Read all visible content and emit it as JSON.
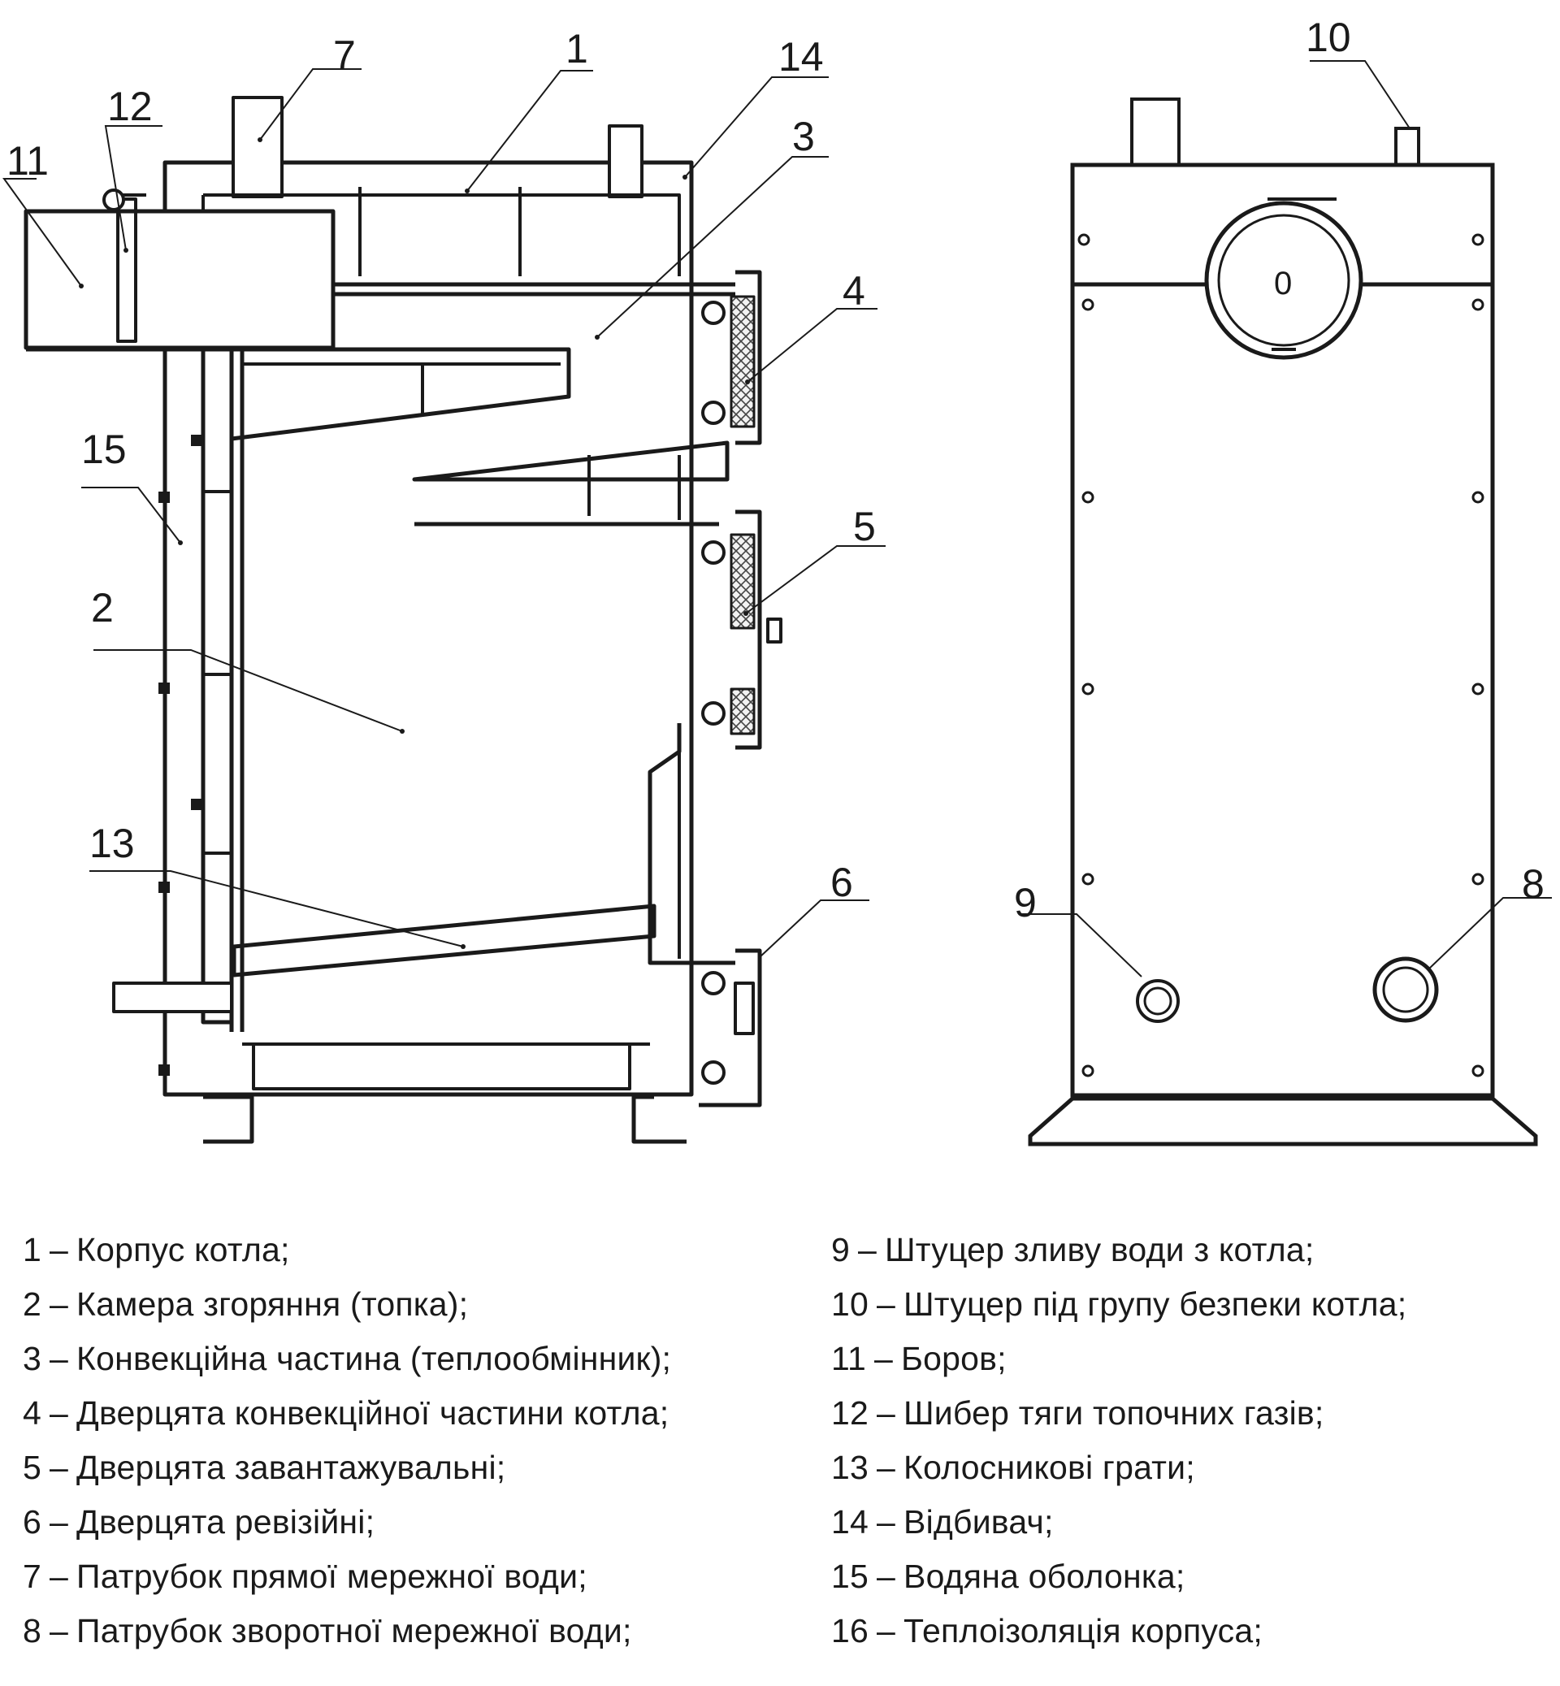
{
  "callouts": {
    "c1": "1",
    "c2": "2",
    "c3": "3",
    "c4": "4",
    "c5": "5",
    "c6": "6",
    "c7": "7",
    "c8": "8",
    "c9": "9",
    "c10": "10",
    "c11": "11",
    "c12": "12",
    "c13": "13",
    "c14": "14",
    "c15": "15",
    "flue_marker": "0"
  },
  "legend": {
    "left": [
      {
        "num": "1",
        "text": "Корпус котла;"
      },
      {
        "num": "2",
        "text": "Камера згоряння (топка);"
      },
      {
        "num": "3",
        "text": "Конвекційна частина (теплообмінник);"
      },
      {
        "num": "4",
        "text": "Дверцята конвекційної частини котла;"
      },
      {
        "num": "5",
        "text": "Дверцята завантажувальні;"
      },
      {
        "num": "6",
        "text": "Дверцята ревізійні;"
      },
      {
        "num": "7",
        "text": "Патрубок прямої мережної води;"
      },
      {
        "num": "8",
        "text": "Патрубок зворотної мережної води;"
      }
    ],
    "right": [
      {
        "num": "9",
        "text": "Штуцер зливу води з котла;"
      },
      {
        "num": "10",
        "text": "Штуцер під групу безпеки котла;"
      },
      {
        "num": "11",
        "text": "Боров;"
      },
      {
        "num": "12",
        "text": "Шибер тяги топочних газів;"
      },
      {
        "num": "13",
        "text": "Колосникові грати;"
      },
      {
        "num": "14",
        "text": "Відбивач;"
      },
      {
        "num": "15",
        "text": "Водяна оболонка;"
      },
      {
        "num": "16",
        "text": "Теплоізоляція корпуса;"
      }
    ]
  },
  "separator": "–",
  "colors": {
    "line": "#1a1a1a",
    "background": "#ffffff",
    "insulation": "#eeeeee"
  }
}
